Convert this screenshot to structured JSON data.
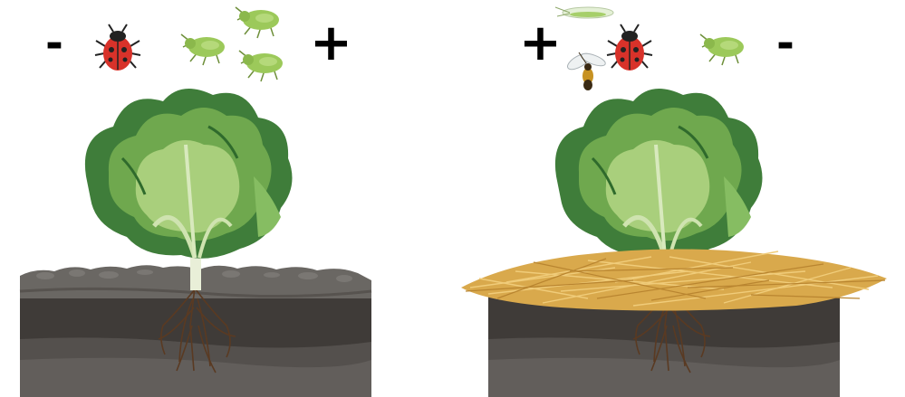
{
  "scenes": [
    {
      "id": "bare-soil",
      "left_sign": "-",
      "right_sign": "+",
      "left_icons": [
        "ladybug-icon"
      ],
      "right_icons": [
        "aphid-icon",
        "aphid-icon",
        "aphid-icon"
      ],
      "ground_cover": "bare-soil"
    },
    {
      "id": "straw-mulch",
      "left_sign": "+",
      "right_sign": "-",
      "left_icons": [
        "lacewing-icon",
        "ladybug-icon",
        "parasitoid-wasp-icon"
      ],
      "right_icons": [
        "aphid-icon"
      ],
      "ground_cover": "straw-mulch"
    }
  ],
  "colors": {
    "lettuce_dark": "#3f7d3a",
    "lettuce_mid": "#6fa84e",
    "lettuce_light": "#a9cf7c",
    "soil_top": "#6a6763",
    "soil_mid": "#3f3b38",
    "soil_deep": "#5a5654",
    "straw": "#d9a94c",
    "ladybug_red": "#d8322a",
    "aphid_green": "#9cc95a"
  }
}
